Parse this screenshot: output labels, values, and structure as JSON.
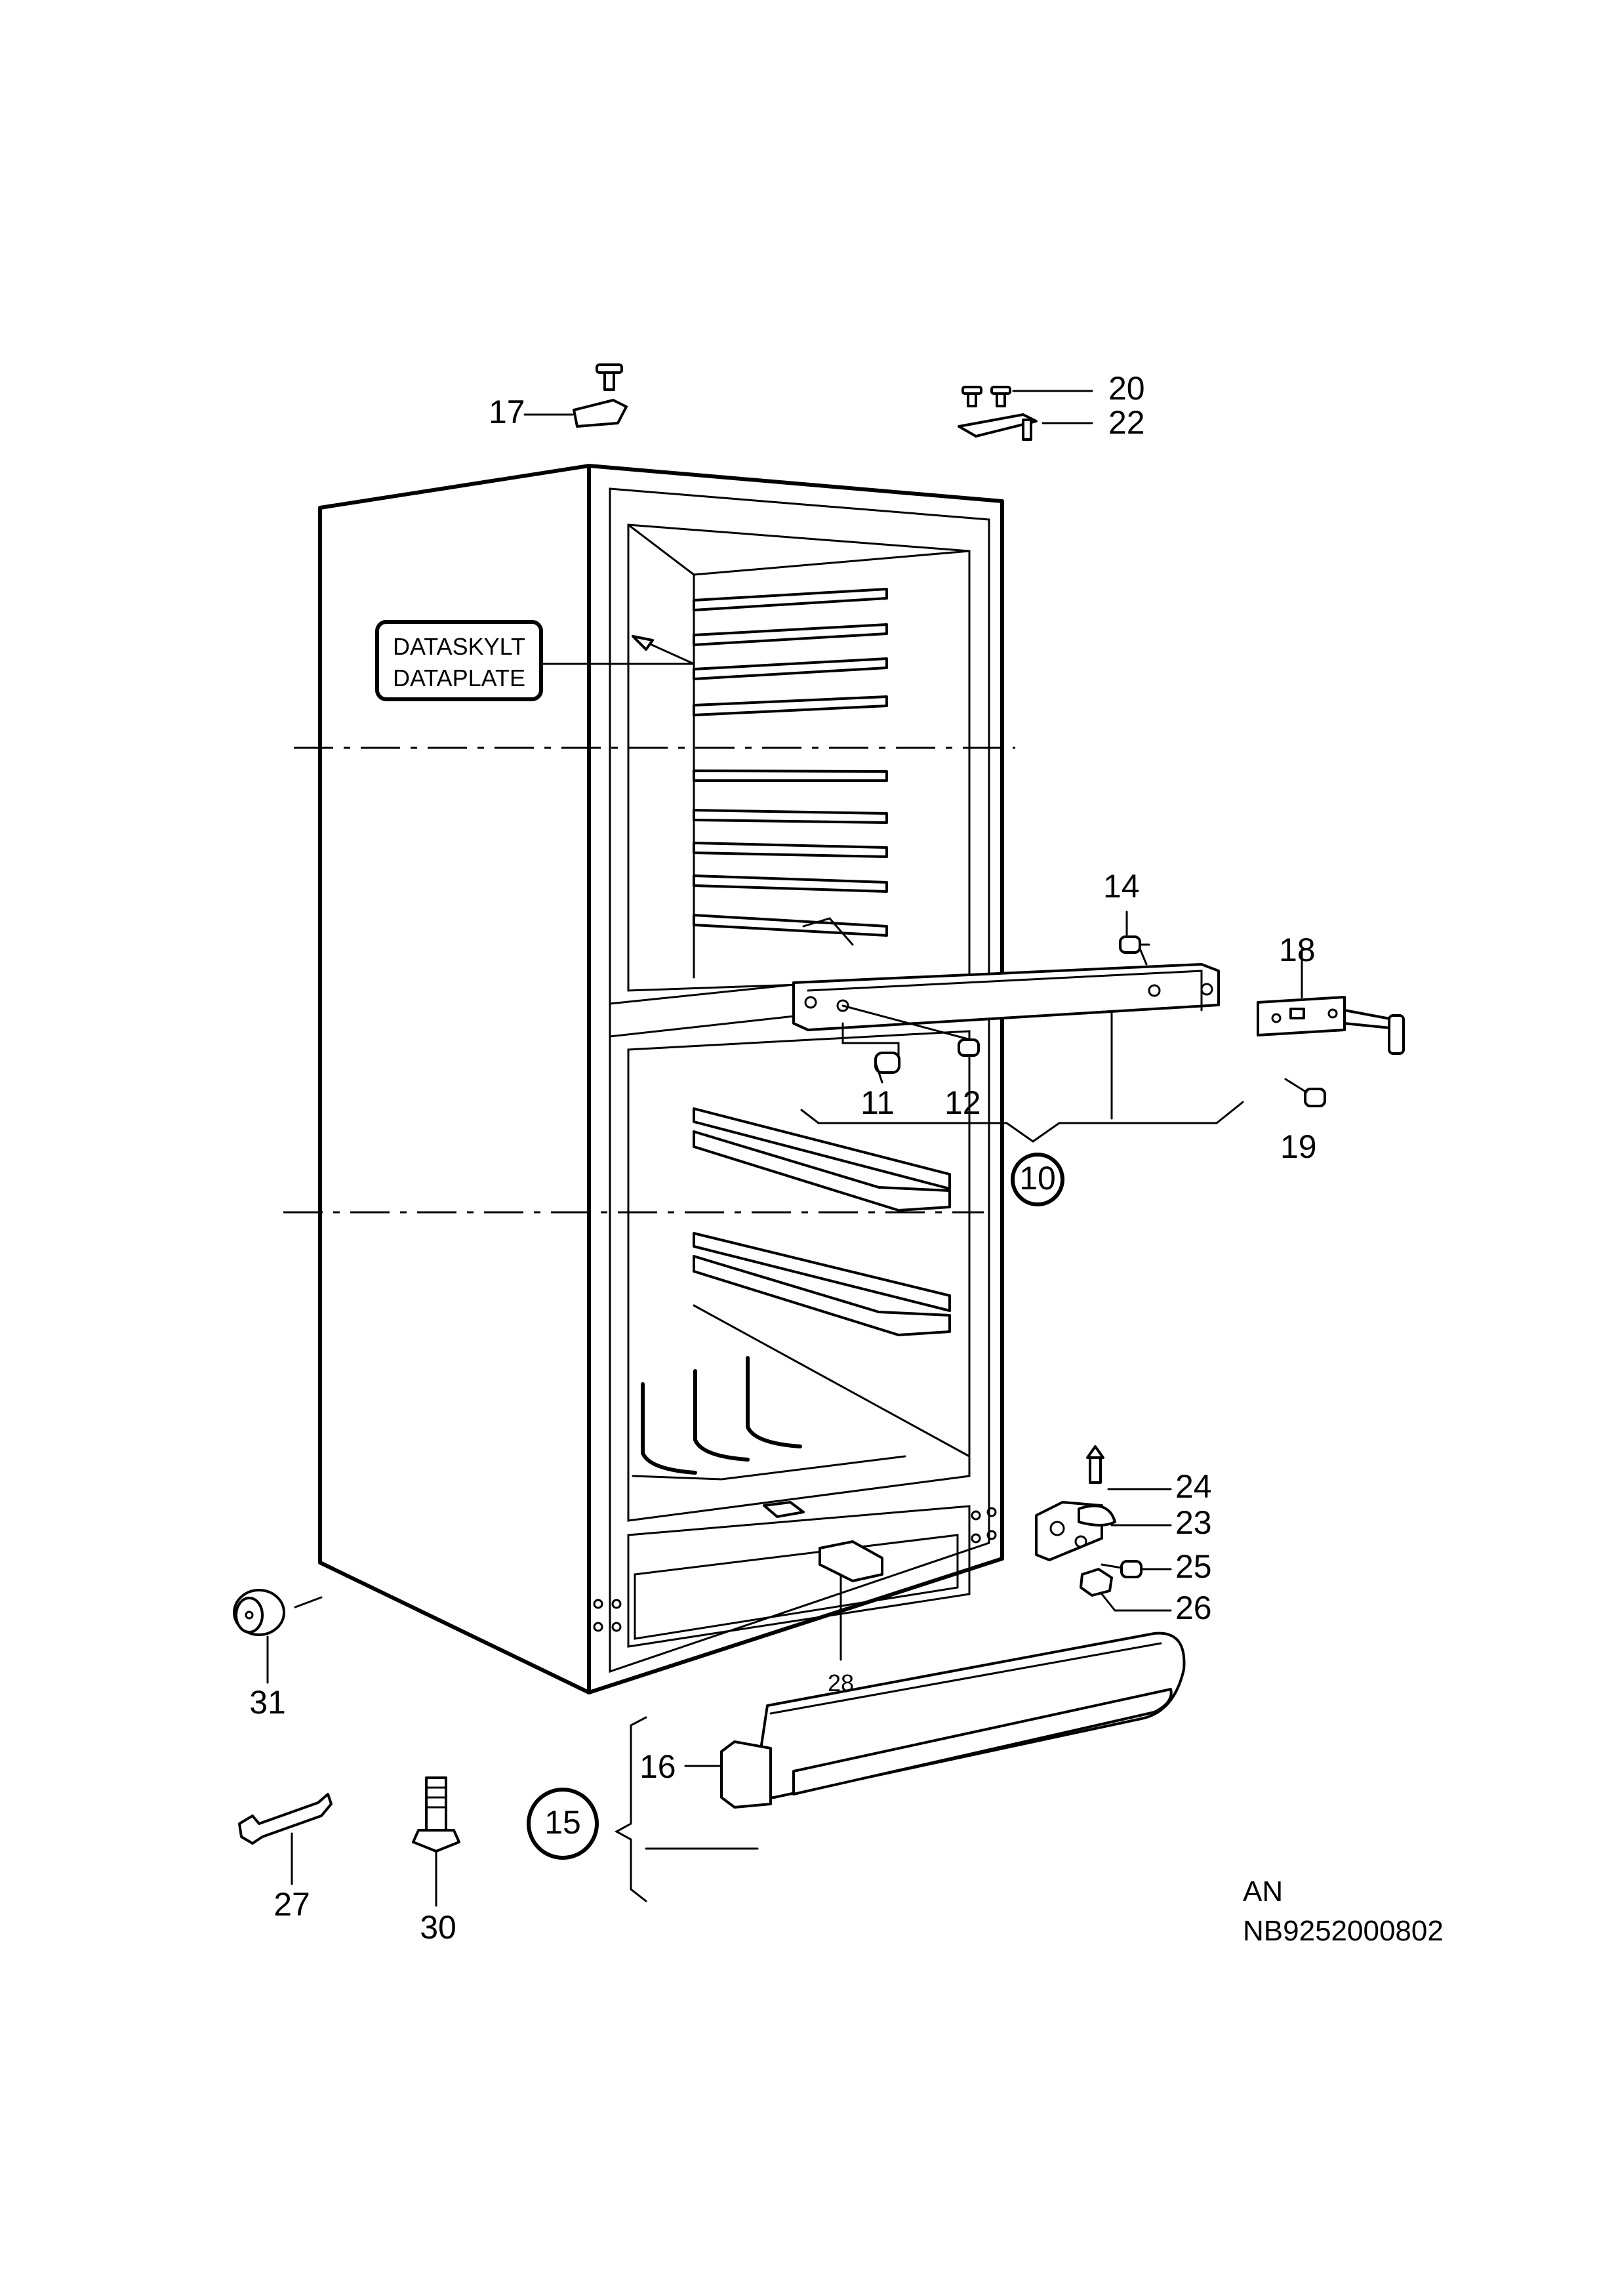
{
  "callouts": {
    "p10": "10",
    "p11": "11",
    "p12": "12",
    "p14": "14",
    "p15": "15",
    "p16": "16",
    "p17": "17",
    "p18": "18",
    "p19": "19",
    "p20": "20",
    "p22": "22",
    "p23": "23",
    "p24": "24",
    "p25": "25",
    "p26": "26",
    "p27": "27",
    "p28": "28",
    "p30": "30",
    "p31": "31"
  },
  "data_plate": {
    "line1": "DATASKYLT",
    "line2": "DATAPLATE"
  },
  "footer": {
    "lang": "AN",
    "code": "NB9252000802"
  }
}
